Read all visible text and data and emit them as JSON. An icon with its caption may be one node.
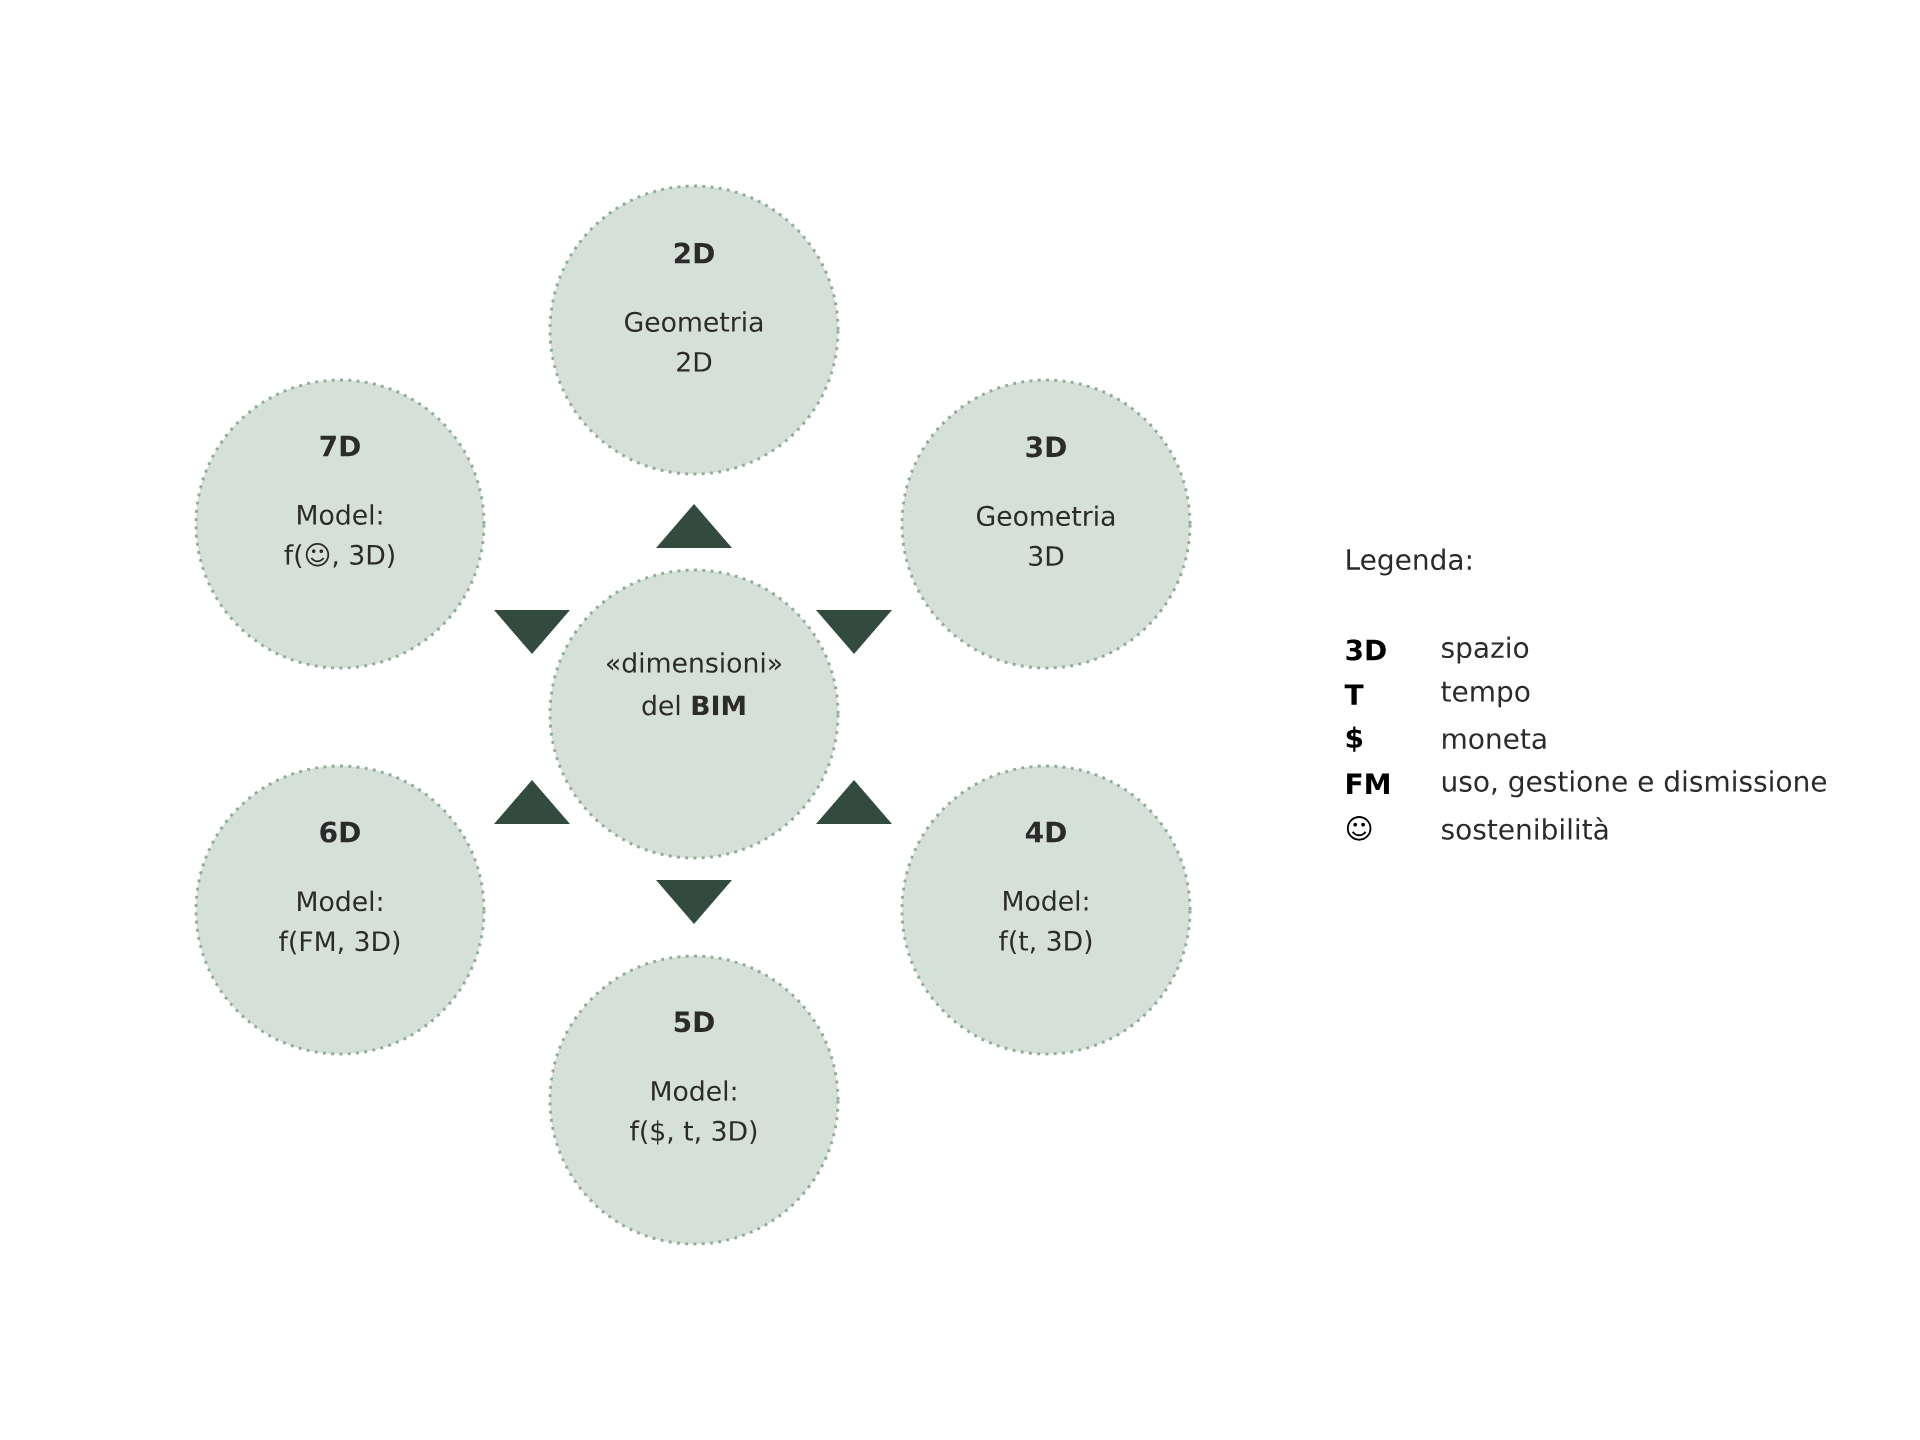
{
  "diagram": {
    "nodes": [
      {
        "text": [
          "«dimensioni» del **BIM**"
        ]
      },
      {
        "text": [
          "2D",
          "Geometria 2D"
        ]
      },
      {
        "text": [
          "3D",
          "Geometria 3D"
        ]
      },
      {
        "text": [
          "4D",
          "Model: f(t, 3D)"
        ]
      },
      {
        "text": [
          "5D",
          "Model: f($, t, 3D)"
        ]
      },
      {
        "text": [
          "6D",
          "Model: f(FM, 3D)"
        ]
      },
      {
        "text": [
          "7D",
          "Model: f(☺, 3D)"
        ]
      }
    ],
    "labels": [
      "Legenda:",
      "3D",
      "spazio",
      "T",
      "tempo",
      "$",
      "moneta",
      "FM",
      "uso, gestione e dismissione",
      "☺",
      "sostenibilità"
    ]
  }
}
